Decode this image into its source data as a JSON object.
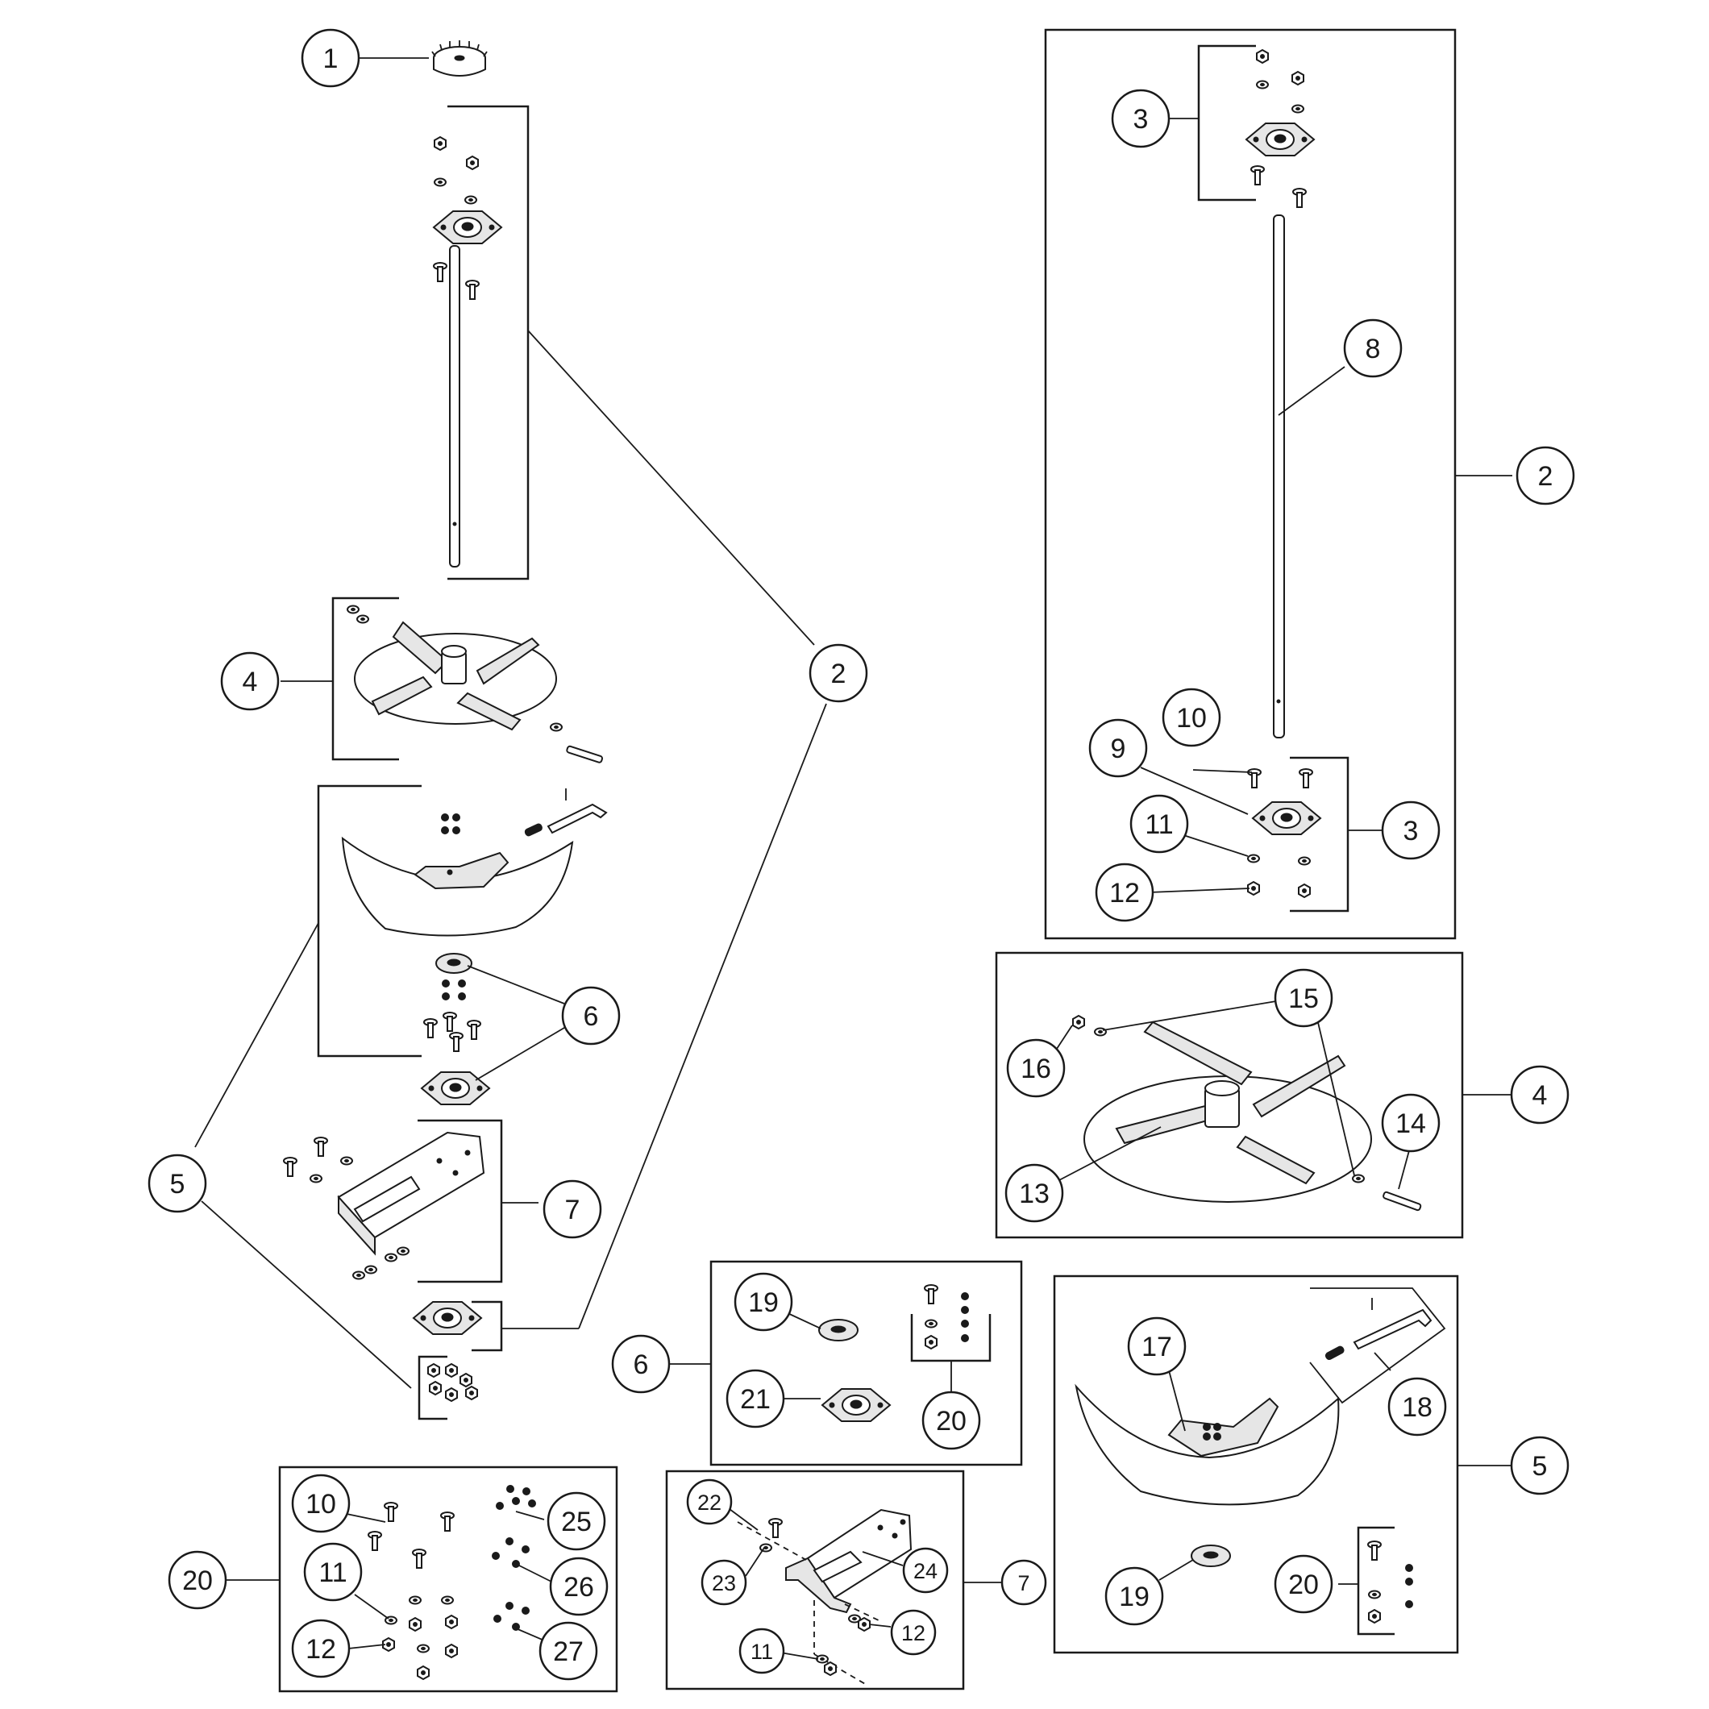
{
  "callouts": {
    "a1": "1",
    "a2": "2",
    "a4": "4",
    "a5": "5",
    "a6": "6",
    "a7": "7",
    "b3top": "3",
    "b8": "8",
    "b2": "2",
    "b10": "10",
    "b9": "9",
    "b11": "11",
    "b3bot": "3",
    "b12": "12",
    "c15": "15",
    "c16": "16",
    "c4": "4",
    "c14": "14",
    "c13": "13",
    "d19": "19",
    "d6": "6",
    "d21": "21",
    "d20": "20",
    "e17": "17",
    "e18": "18",
    "e5": "5",
    "e19": "19",
    "e20": "20",
    "f10": "10",
    "f25": "25",
    "f11": "11",
    "f20": "20",
    "f26": "26",
    "f12": "12",
    "f27": "27",
    "g22": "22",
    "g23": "23",
    "g24": "24",
    "g7": "7",
    "g11": "11",
    "g12": "12"
  }
}
